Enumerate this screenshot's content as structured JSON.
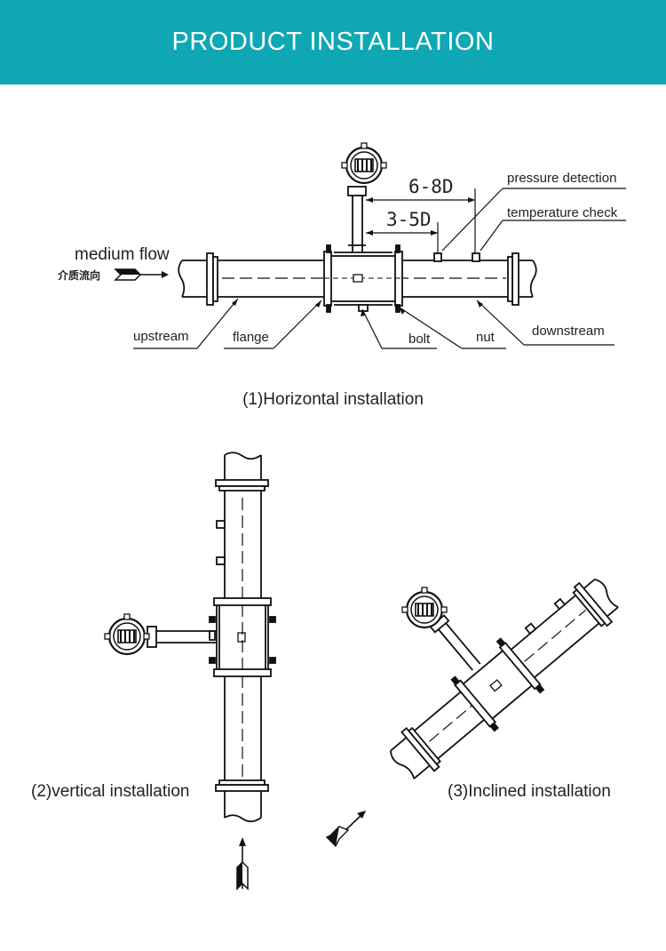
{
  "header": {
    "title": "PRODUCT INSTALLATION",
    "background": "#0fa7b3",
    "text_color": "#ffffff"
  },
  "horizontal": {
    "caption": "(1)Horizontal installation",
    "labels": {
      "medium_flow": "medium flow",
      "medium_flow_cn": "介质流向",
      "dim_6_8d": "6-8D",
      "dim_3_5d": "3-5D",
      "pressure_detection": "pressure detection",
      "temperature_check": "temperature check",
      "upstream": "upstream",
      "flange": "flange",
      "bolt": "bolt",
      "nut": "nut",
      "downstream": "downstream"
    }
  },
  "vertical": {
    "caption": "(2)vertical installation"
  },
  "inclined": {
    "caption": "(3)Inclined installation"
  },
  "icons": [
    "flow-arrow-icon",
    "flowmeter-display-icon"
  ]
}
